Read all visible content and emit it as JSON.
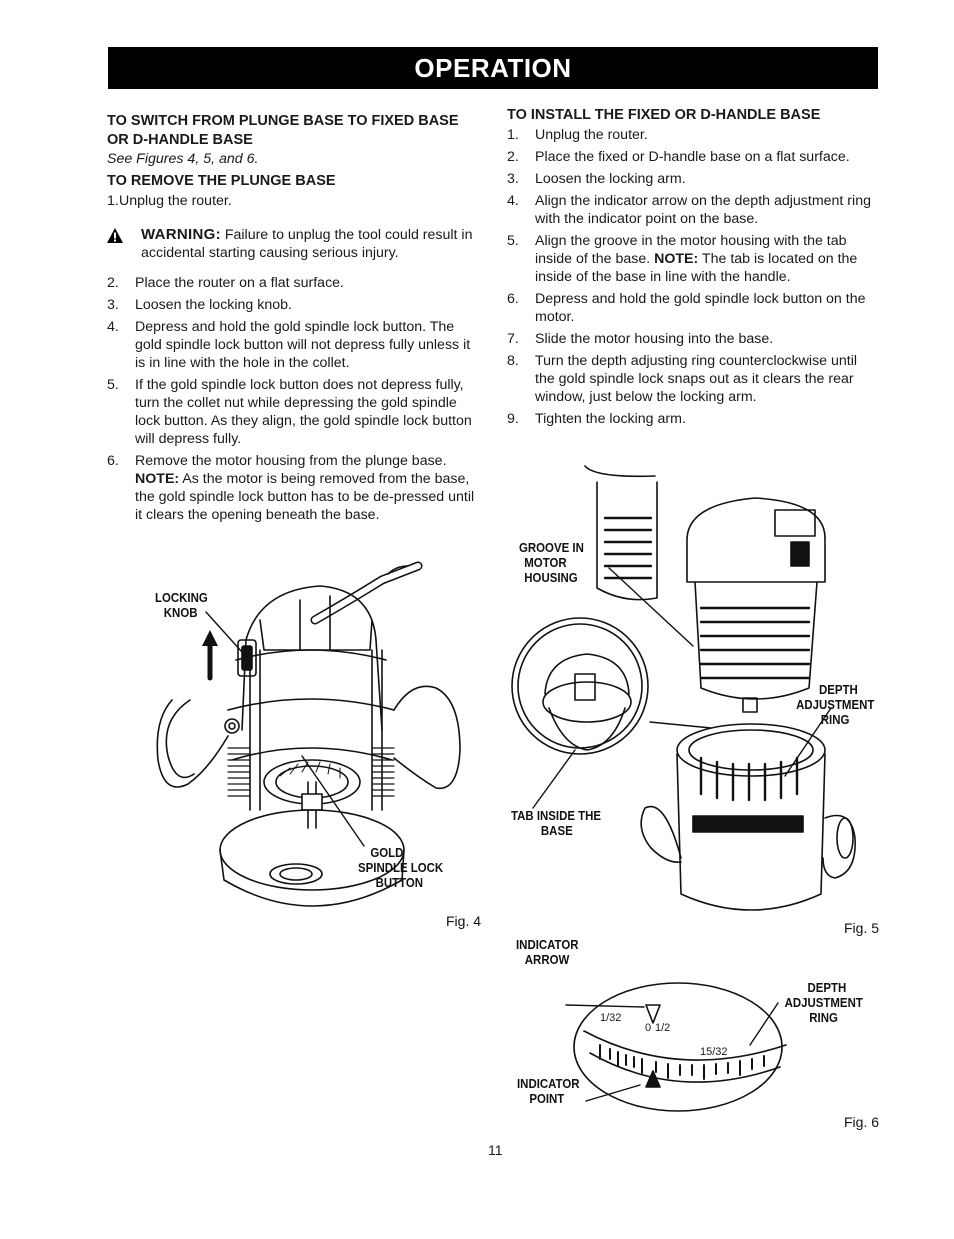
{
  "banner": {
    "title": "OPERATION"
  },
  "left": {
    "heading_line1": "TO SWITCH FROM PLUNGE BASE TO FIXED BASE",
    "heading_line2": "OR D-HANDLE BASE",
    "see_figures": "See Figures 4, 5, and 6.",
    "subheading": "TO REMOVE THE PLUNGE BASE",
    "step1": {
      "n": "1.",
      "text": "Unplug the router."
    },
    "warning": {
      "label": "WARNING:",
      "text": " Failure to unplug the tool could result in accidental starting causing serious injury."
    },
    "steps": [
      {
        "n": "2.",
        "text": "Place the router on a flat surface."
      },
      {
        "n": "3.",
        "text": "Loosen the locking knob."
      },
      {
        "n": "4.",
        "text": "Depress and hold the gold spindle lock button. The gold spindle lock button will not depress fully unless it is in line with the hole in the collet."
      },
      {
        "n": "5.",
        "text": "If the gold spindle lock button does not depress fully, turn the collet nut while depressing the gold spindle lock button. As they align, the gold spindle lock button will depress fully."
      }
    ],
    "step6": {
      "n": "6.",
      "text": "Remove the motor housing from the plunge base.",
      "note_label": "NOTE:",
      "note_text": " As the motor is being removed from the base, the gold spindle lock button has to be de-pressed until it clears the opening  beneath the base."
    }
  },
  "right": {
    "heading": "TO INSTALL THE FIXED OR D-HANDLE BASE",
    "steps": [
      {
        "n": "1.",
        "text": "Unplug the router."
      },
      {
        "n": "2.",
        "text": "Place the fixed or D-handle base on a flat surface."
      },
      {
        "n": "3.",
        "text": "Loosen the locking arm."
      },
      {
        "n": "4.",
        "text": "Align the indicator arrow on the depth adjustment ring with the indicator point on the base."
      }
    ],
    "step5": {
      "n": "5.",
      "text": "Align the groove in the motor housing with the tab inside of the base. ",
      "note_label": "NOTE:",
      "note_text": " The tab is located on the inside of the base in line with the handle."
    },
    "steps_b": [
      {
        "n": "6.",
        "text": "Depress and hold the gold spindle lock button on the motor."
      },
      {
        "n": "7.",
        "text": "Slide the motor housing into the base."
      },
      {
        "n": "8.",
        "text": "Turn the depth adjusting ring counterclockwise until the gold spindle lock snaps out as it clears the rear window, just below the locking arm."
      },
      {
        "n": "9.",
        "text": "Tighten the locking arm."
      }
    ]
  },
  "fig4": {
    "caption": "Fig. 4",
    "label_locking": "LOCKING",
    "label_knob": "KNOB",
    "label_gold": "GOLD",
    "label_spindle": "SPINDLE LOCK",
    "label_button": "BUTTON"
  },
  "fig5": {
    "caption": "Fig. 5",
    "label_groove1": "GROOVE IN",
    "label_groove2": "MOTOR",
    "label_groove3": "HOUSING",
    "label_depth1": "DEPTH",
    "label_depth2": "ADJUSTMENT",
    "label_depth3": "RING",
    "label_tab1": "TAB INSIDE THE",
    "label_tab2": "BASE"
  },
  "fig6": {
    "caption": "Fig. 6",
    "label_arrow1": "INDICATOR",
    "label_arrow2": "ARROW",
    "label_depth1": "DEPTH",
    "label_depth2": "ADJUSTMENT",
    "label_depth3": "RING",
    "label_point1": "INDICATOR",
    "label_point2": "POINT",
    "scale_a": "1/32",
    "scale_0": "0",
    "scale_half": "1/2",
    "scale_15": "15/32"
  },
  "page_number": "11"
}
